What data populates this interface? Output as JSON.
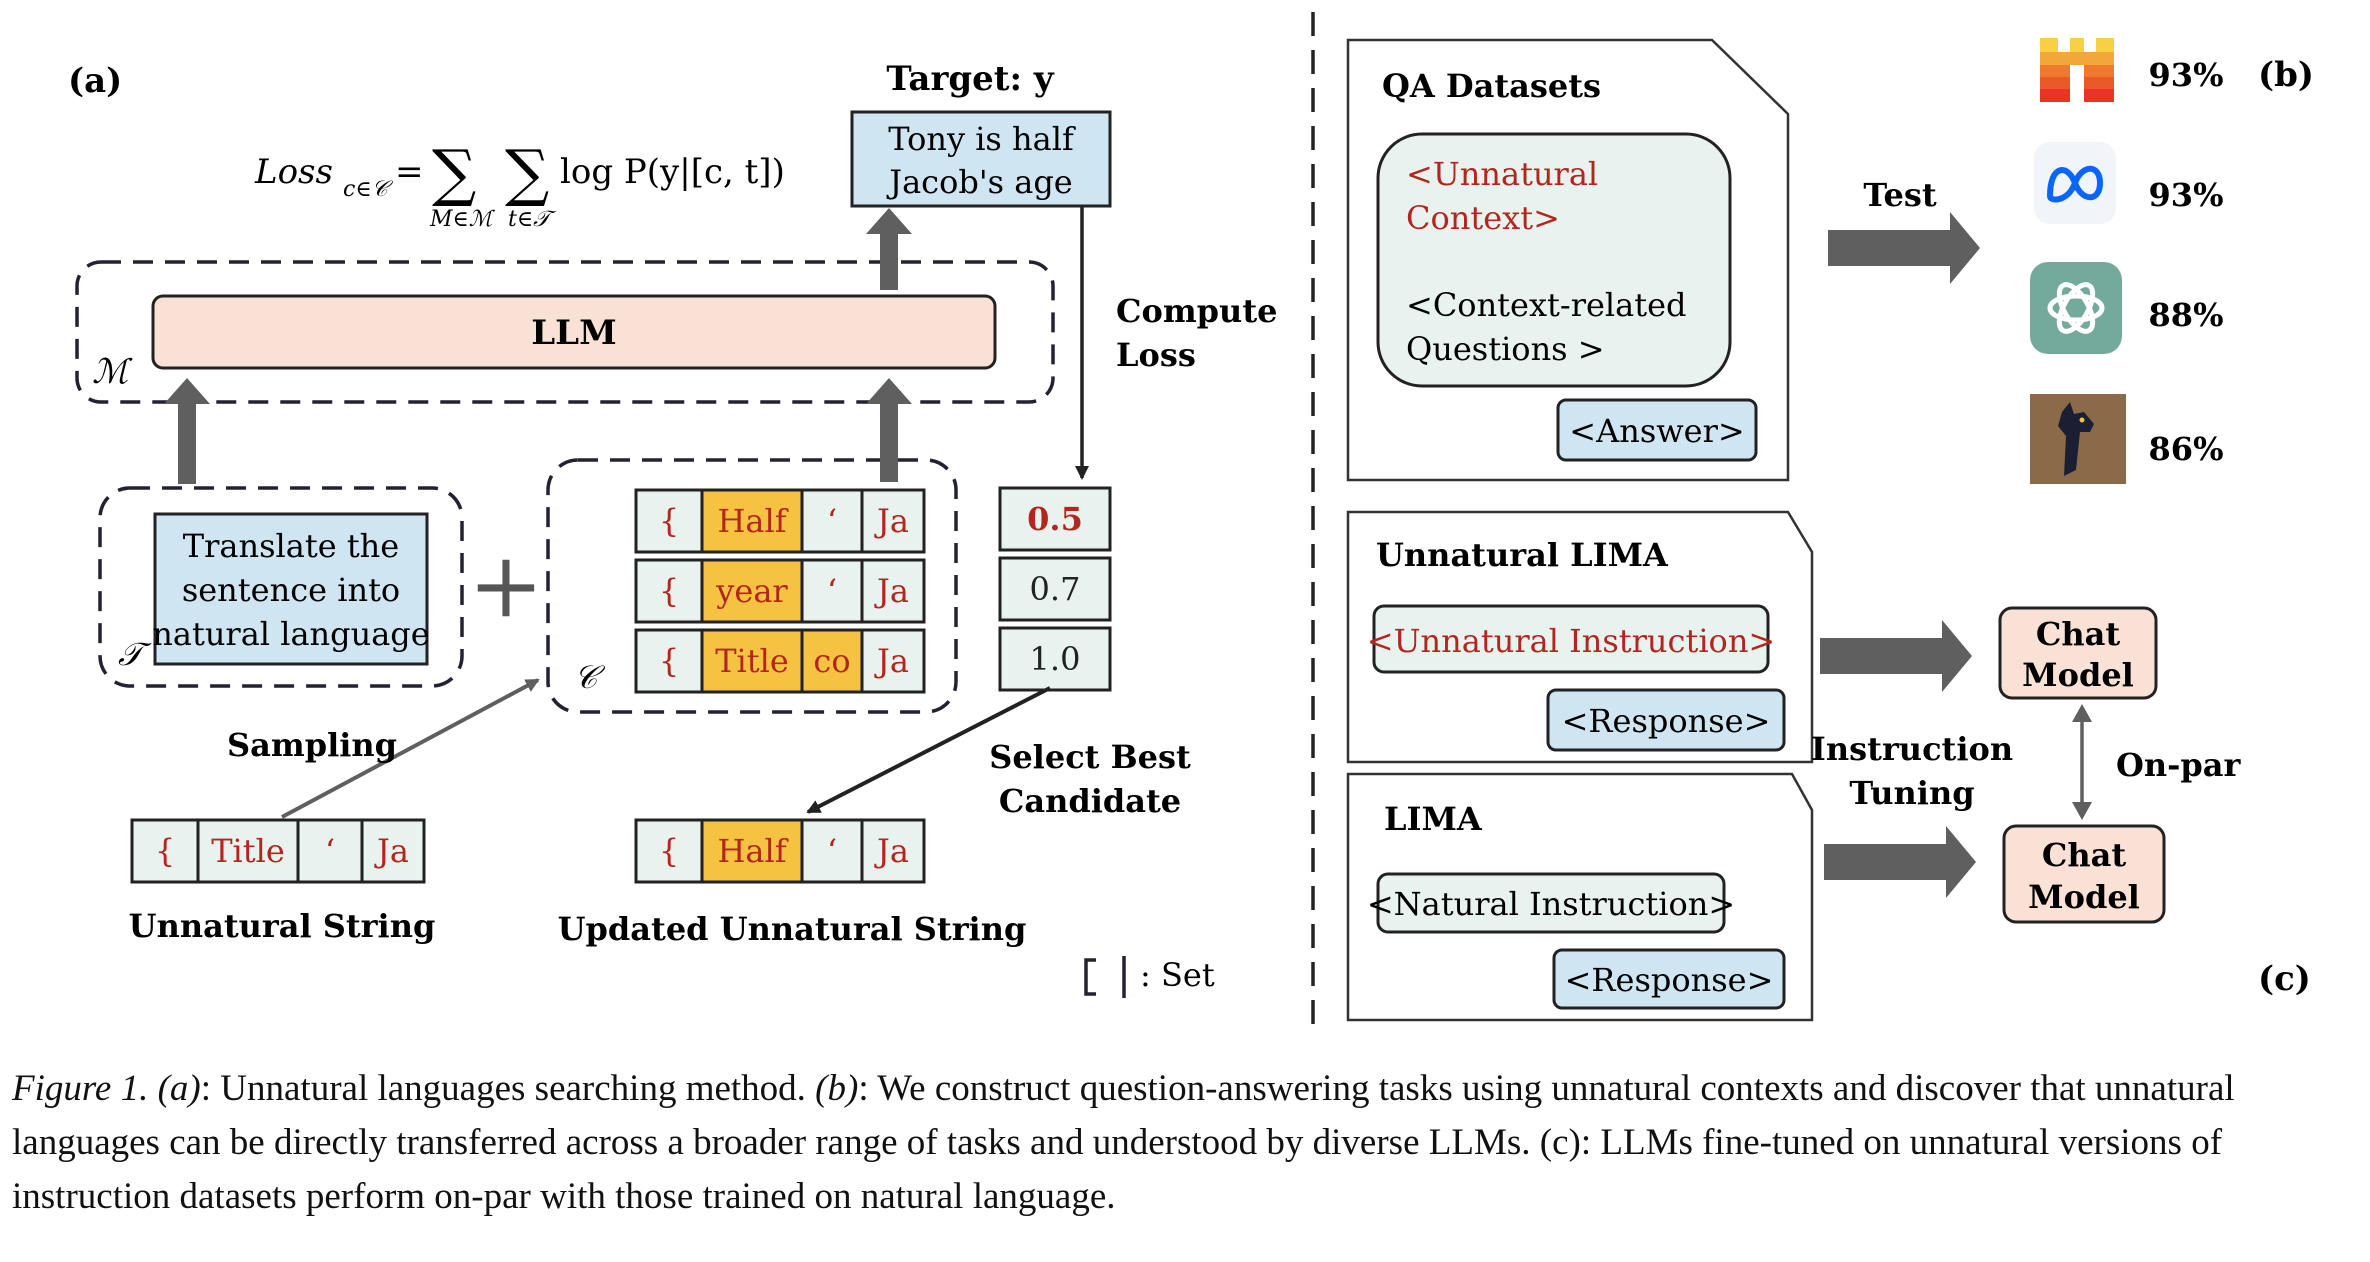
{
  "panel_a": {
    "label": "(a)",
    "target_title": "Target: y",
    "target_text": [
      "Tony is half",
      "Jacob's age"
    ],
    "loss_formula": "Loss_c∈C = Σ_{M∈M} Σ_{t∈T} log P(y|[c,t])",
    "loss_lhs": "Loss",
    "loss_sub": "c∈𝒞",
    "loss_eq": "=",
    "sum1_sub": "M∈ℳ",
    "sum2_sub": "t∈𝒯",
    "loss_rhs": "log P(y|[c, t])",
    "llm_label": "LLM",
    "set_m": "ℳ",
    "set_t": "𝒯",
    "set_c": "𝒞",
    "compute_loss": [
      "Compute",
      "Loss"
    ],
    "prompt_text": [
      "Translate the",
      "sentence into",
      "natural language"
    ],
    "plus": "+",
    "candidates": [
      [
        "{",
        "Half",
        "‘",
        "Ja"
      ],
      [
        "{",
        "year",
        "‘",
        "Ja"
      ],
      [
        "{",
        "Title",
        "co",
        "Ja"
      ]
    ],
    "losses": [
      "0.5",
      "0.7",
      "1.0"
    ],
    "sampling": "Sampling",
    "select_best": [
      "Select Best",
      "Candidate"
    ],
    "unnatural_string": [
      "{",
      "Title",
      "‘",
      "Ja"
    ],
    "unnatural_string_label": "Unnatural String",
    "updated_string": [
      "{",
      "Half",
      "‘",
      "Ja"
    ],
    "updated_string_label": "Updated Unnatural String",
    "set_legend": ": Set"
  },
  "panel_b": {
    "label": "(b)",
    "qa_title": "QA Datasets",
    "unnatural_context": [
      "<Unnatural",
      "Context>"
    ],
    "context_questions": [
      "<Context-related",
      "Questions >"
    ],
    "answer": "<Answer>",
    "test": "Test",
    "models": [
      {
        "icon": "mistral-logo-icon",
        "pct": "93%"
      },
      {
        "icon": "meta-logo-icon",
        "pct": "93%"
      },
      {
        "icon": "openai-logo-icon",
        "pct": "88%"
      },
      {
        "icon": "alpaca-logo-icon",
        "pct": "86%"
      }
    ]
  },
  "panel_c": {
    "label": "(c)",
    "unnatural_lima_title": "Unnatural LIMA",
    "unnatural_instruction": "<Unnatural Instruction>",
    "response1": "<Response>",
    "lima_title": "LIMA",
    "natural_instruction": "<Natural Instruction>",
    "response2": "<Response>",
    "instruction_tuning": [
      "Instruction",
      "Tuning"
    ],
    "chat_model_1": [
      "Chat",
      "Model"
    ],
    "chat_model_2": [
      "Chat",
      "Model"
    ],
    "on_par": "On-par"
  },
  "caption": {
    "fig_label": "Figure 1.",
    "a_label": "(a)",
    "a_text": ": Unnatural languages searching method. ",
    "b_label": "(b)",
    "b_text": ": We construct question-answering tasks using unnatural contexts and discover that unnatural languages can be directly transferred across a broader range of tasks and understood by diverse LLMs. (c): LLMs fine-tuned on unnatural versions of instruction datasets perform on-par with those trained on natural language."
  },
  "colors": {
    "light_blue": "#cfe5f2",
    "llm_peach": "#f9e1d5",
    "mint": "#e8f2ee",
    "highlight": "#f5c242",
    "red_text": "#b3261e",
    "arrow_gray": "#5f5f5f"
  }
}
